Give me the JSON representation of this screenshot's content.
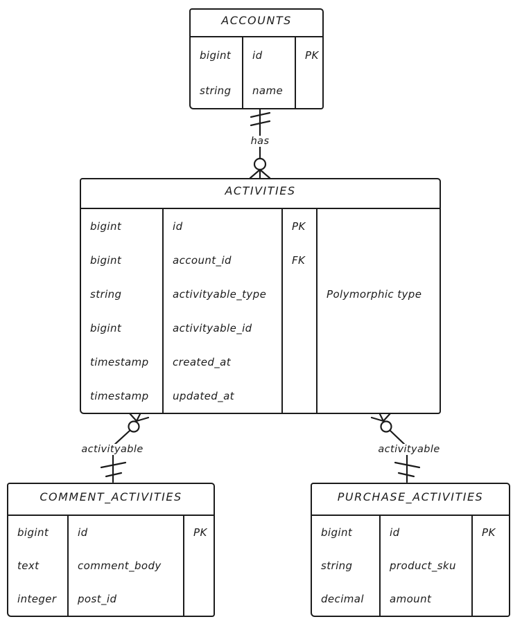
{
  "diagram": {
    "type": "entity-relationship",
    "style": "hand-drawn",
    "colors": {
      "stroke": "#1b1b1b",
      "text": "#1b1b1b",
      "background": "#ffffff"
    },
    "entities": {
      "accounts": {
        "title": "ACCOUNTS",
        "rows": [
          {
            "type": "bigint",
            "name": "id",
            "key": "PK"
          },
          {
            "type": "string",
            "name": "name",
            "key": ""
          }
        ]
      },
      "activities": {
        "title": "ACTIVITIES",
        "rows": [
          {
            "type": "bigint",
            "name": "id",
            "key": "PK",
            "comment": ""
          },
          {
            "type": "bigint",
            "name": "account_id",
            "key": "FK",
            "comment": ""
          },
          {
            "type": "string",
            "name": "activityable_type",
            "key": "",
            "comment": "Polymorphic type"
          },
          {
            "type": "bigint",
            "name": "activityable_id",
            "key": "",
            "comment": ""
          },
          {
            "type": "timestamp",
            "name": "created_at",
            "key": "",
            "comment": ""
          },
          {
            "type": "timestamp",
            "name": "updated_at",
            "key": "",
            "comment": ""
          }
        ]
      },
      "comment_activities": {
        "title": "COMMENT_ACTIVITIES",
        "rows": [
          {
            "type": "bigint",
            "name": "id",
            "key": "PK"
          },
          {
            "type": "text",
            "name": "comment_body",
            "key": ""
          },
          {
            "type": "integer",
            "name": "post_id",
            "key": ""
          }
        ]
      },
      "purchase_activities": {
        "title": "PURCHASE_ACTIVITIES",
        "rows": [
          {
            "type": "bigint",
            "name": "id",
            "key": "PK"
          },
          {
            "type": "string",
            "name": "product_sku",
            "key": ""
          },
          {
            "type": "decimal",
            "name": "amount",
            "key": ""
          }
        ]
      }
    },
    "relationships": [
      {
        "from": "ACCOUNTS",
        "to": "ACTIVITIES",
        "label": "has",
        "cardinality": "one to zero-or-many"
      },
      {
        "from": "COMMENT_ACTIVITIES",
        "to": "ACTIVITIES",
        "label": "activityable",
        "cardinality": "one to zero-or-many"
      },
      {
        "from": "PURCHASE_ACTIVITIES",
        "to": "ACTIVITIES",
        "label": "activityable",
        "cardinality": "one to zero-or-many"
      }
    ]
  }
}
